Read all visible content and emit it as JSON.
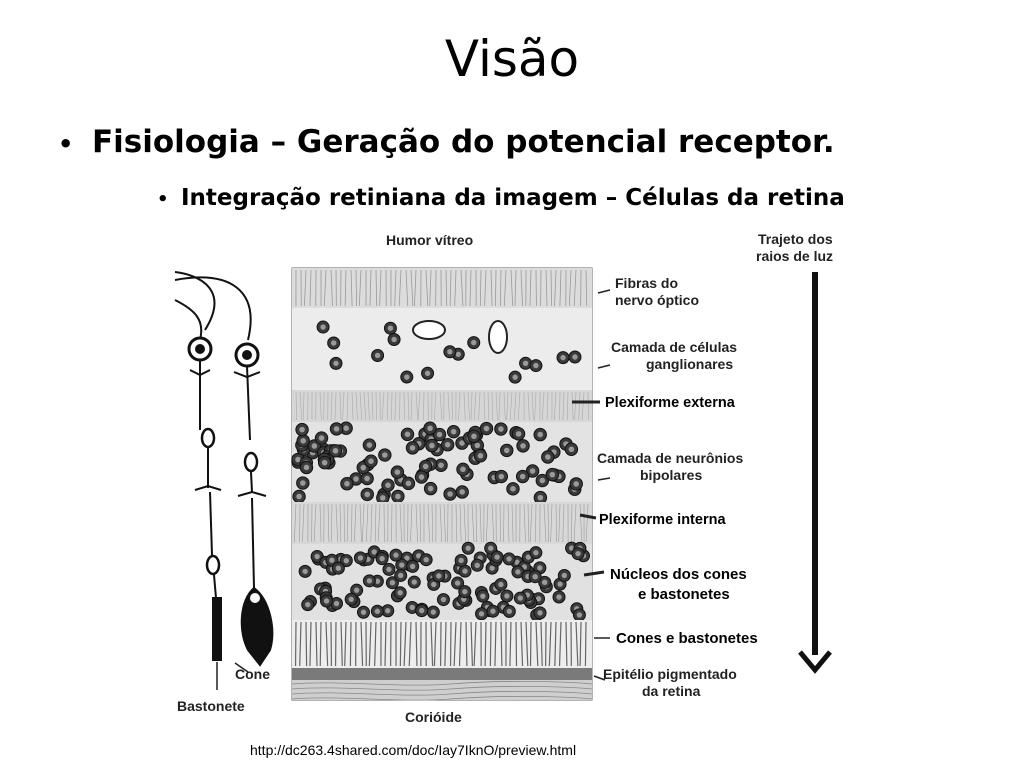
{
  "slide": {
    "title": "Visão",
    "bullets": [
      {
        "text": "Fisiologia – Geração do potencial receptor."
      },
      {
        "text": "Integração retiniana da imagem – Células da retina"
      }
    ]
  },
  "diagram": {
    "top_label": "Humor vítreo",
    "bottom_label": "Corióide",
    "arrow_label_1": "Trajeto dos",
    "arrow_label_2": "raios de luz",
    "cell_labels": {
      "rod": "Bastonete",
      "cone": "Cone"
    },
    "layer_labels": {
      "fibras_1": "Fibras do",
      "fibras_2": "nervo óptico",
      "ganglio_1": "Camada de células",
      "ganglio_2": "ganglionares",
      "plex_ext": "Plexiforme externa",
      "bipolar_1": "Camada de neurônios",
      "bipolar_2": "bipolares",
      "plex_int": "Plexiforme interna",
      "nucleos_1": "Núcleos dos cones",
      "nucleos_2": "e bastonetes",
      "cones": "Cones e bastonetes",
      "epitelio_1": "Epitélio pigmentado",
      "epitelio_2": "da retina"
    }
  },
  "footer": {
    "source": "http://dc263.4shared.com/doc/Iay7IknO/preview.html"
  }
}
